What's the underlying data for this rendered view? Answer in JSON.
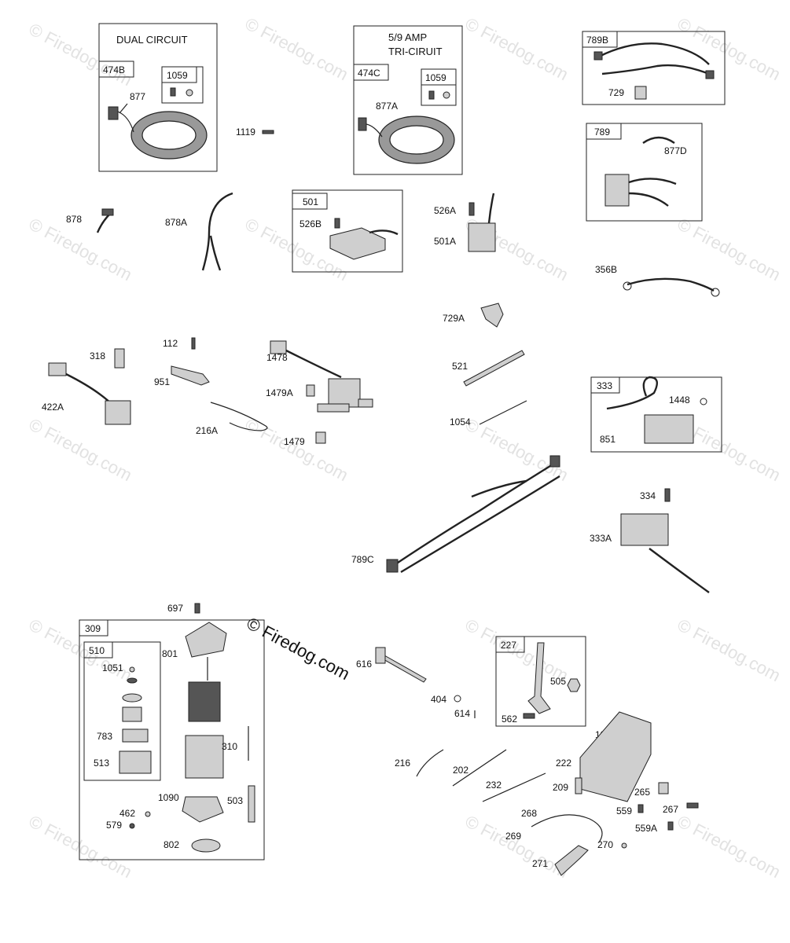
{
  "watermark": {
    "text": "© Firedog.com",
    "overlay_text": "© Firedog.com"
  },
  "titles": {
    "dual_circuit": "DUAL CIRCUIT",
    "tri_circuit_line1": "5/9    AMP",
    "tri_circuit_line2": "TRI-CIRUIT"
  },
  "box_tags": {
    "b474B": "474B",
    "b1059a": "1059",
    "b474C": "474C",
    "b1059b": "1059",
    "b501": "501",
    "b789B": "789B",
    "b789": "789",
    "b333": "333",
    "b309": "309",
    "b510": "510",
    "b227": "227"
  },
  "labels": {
    "l877": "877",
    "l1119": "1119",
    "l877A": "877A",
    "l729": "729",
    "l877D": "877D",
    "l878": "878",
    "l878A": "878A",
    "l526B": "526B",
    "l526A": "526A",
    "l501A": "501A",
    "l356B": "356B",
    "l729A": "729A",
    "l318": "318",
    "l112": "112",
    "l1478": "1478",
    "l951": "951",
    "l1479A": "1479A",
    "l422A": "422A",
    "l216A": "216A",
    "l1479": "1479",
    "l521": "521",
    "l1054": "1054",
    "l1448": "1448",
    "l851": "851",
    "l334": "334",
    "l333A": "333A",
    "l789C": "789C",
    "l697": "697",
    "l801": "801",
    "l1051": "1051",
    "l783": "783",
    "l513": "513",
    "l310": "310",
    "l1090": "1090",
    "l503": "503",
    "l462": "462",
    "l579": "579",
    "l802": "802",
    "l616": "616",
    "l404": "404",
    "l614": "614",
    "l505": "505",
    "l562": "562",
    "l188": "188",
    "l216": "216",
    "l202": "202",
    "l222": "222",
    "l232": "232",
    "l209": "209",
    "l265": "265",
    "l268": "268",
    "l559": "559",
    "l267": "267",
    "l269": "269",
    "l559A": "559A",
    "l270": "270",
    "l271": "271"
  }
}
